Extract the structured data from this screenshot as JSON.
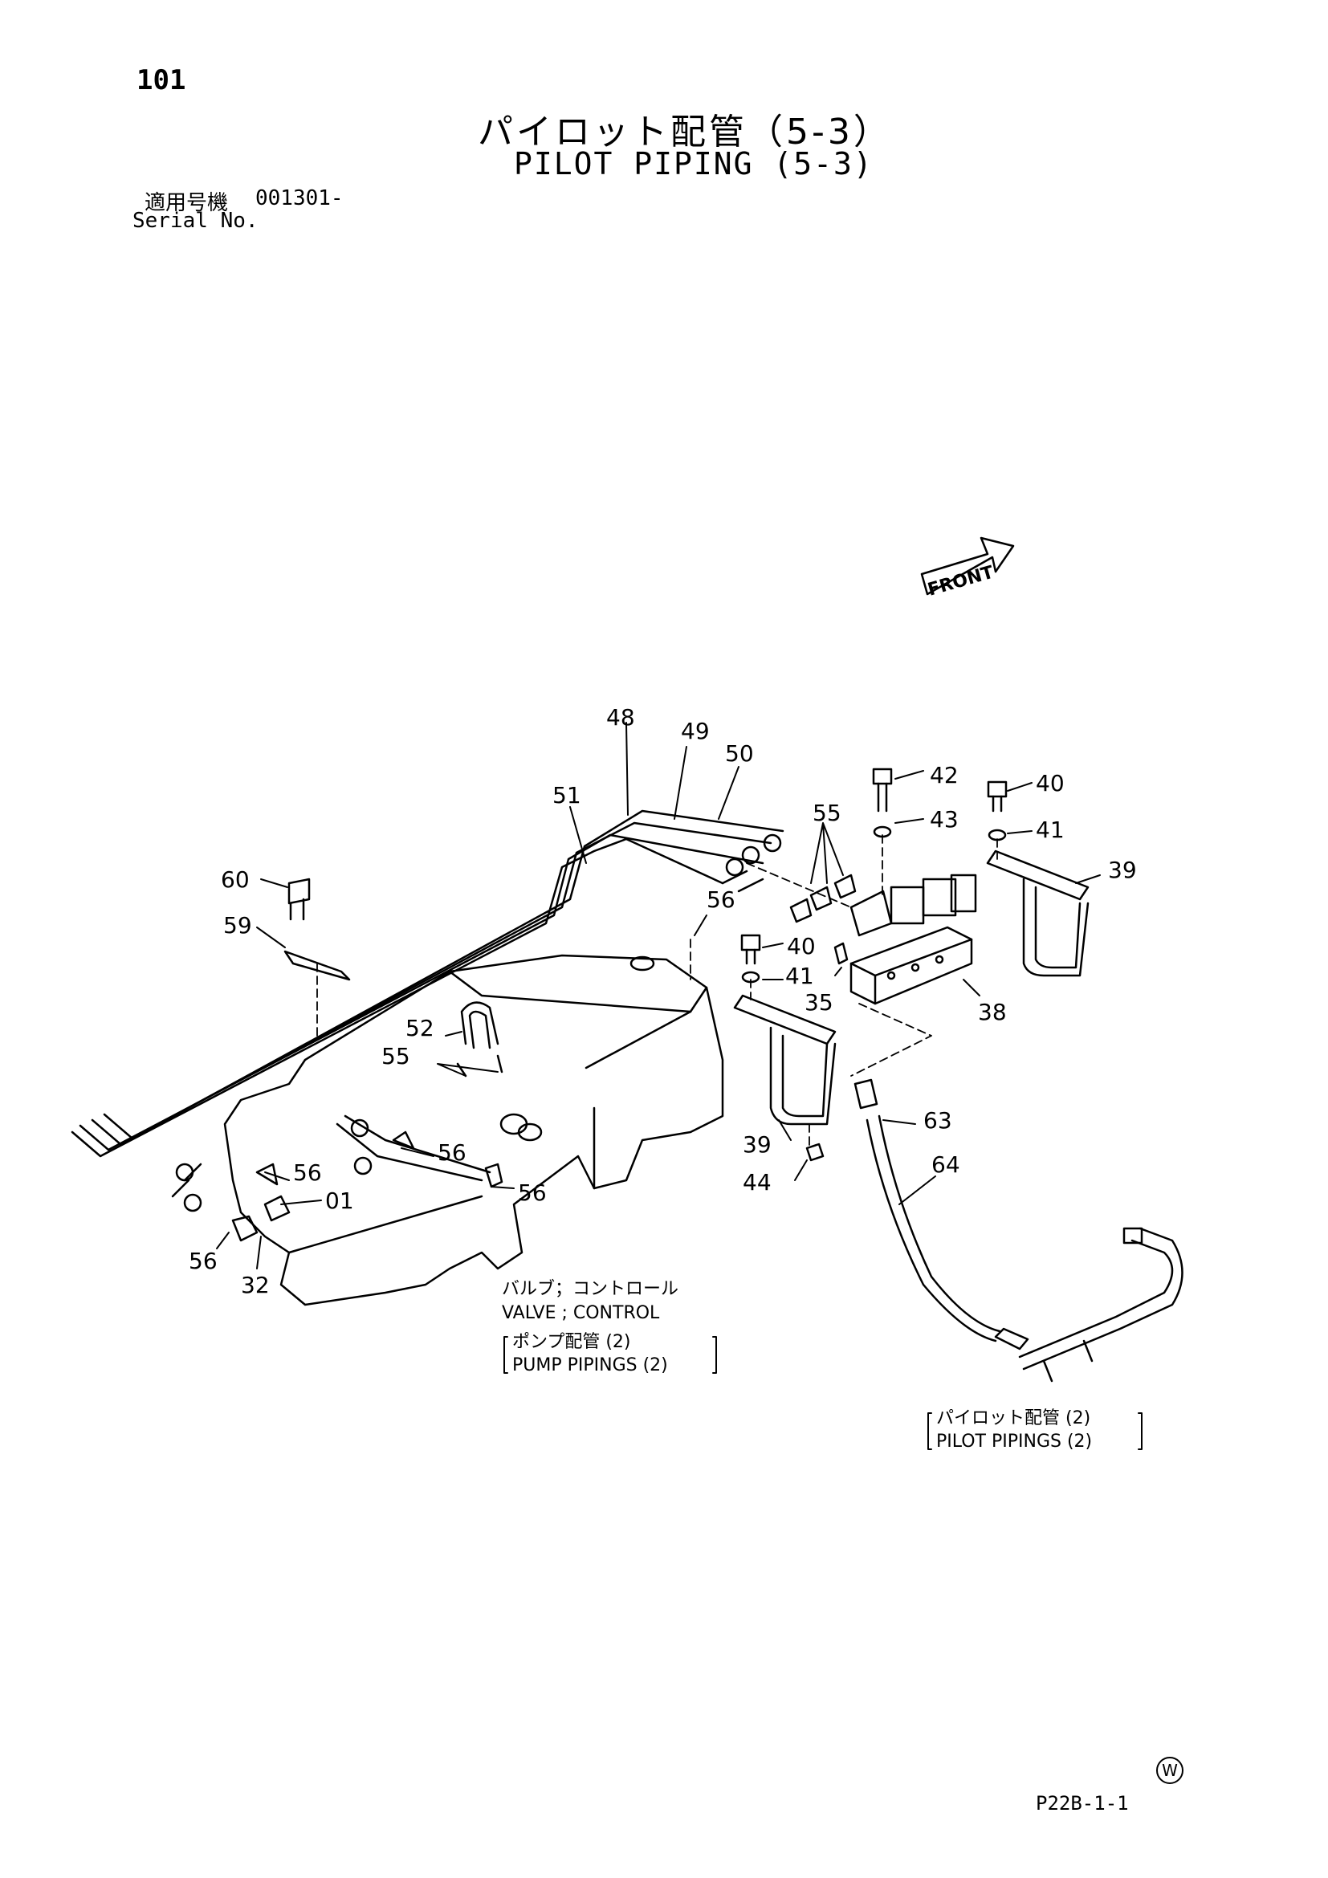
{
  "page": {
    "number": "101",
    "code": "P22B-1-1",
    "mark": "W"
  },
  "title": {
    "jp": "パイロット配管（5-3）",
    "en": "PILOT PIPING (5-3)"
  },
  "serial": {
    "label_jp": "適用号機",
    "value": "001301-",
    "label_en": "Serial No."
  },
  "front_label": "FRONT",
  "callouts": [
    "48",
    "49",
    "50",
    "51",
    "55",
    "42",
    "40",
    "43",
    "41",
    "39",
    "60",
    "56",
    "59",
    "40",
    "41",
    "35",
    "38",
    "52",
    "55",
    "56",
    "56",
    "56",
    "01",
    "56",
    "32",
    "39",
    "63",
    "44",
    "64"
  ],
  "notes": {
    "valve_jp": "バルブ；コントロール",
    "valve_en": "VALVE ; CONTROL",
    "pump_jp": "ポンプ配管 (2)",
    "pump_en": "PUMP  PIPINGS (2)",
    "pilot_jp": "パイロット配管 (2)",
    "pilot_en": "PILOT  PIPINGS (2)"
  }
}
